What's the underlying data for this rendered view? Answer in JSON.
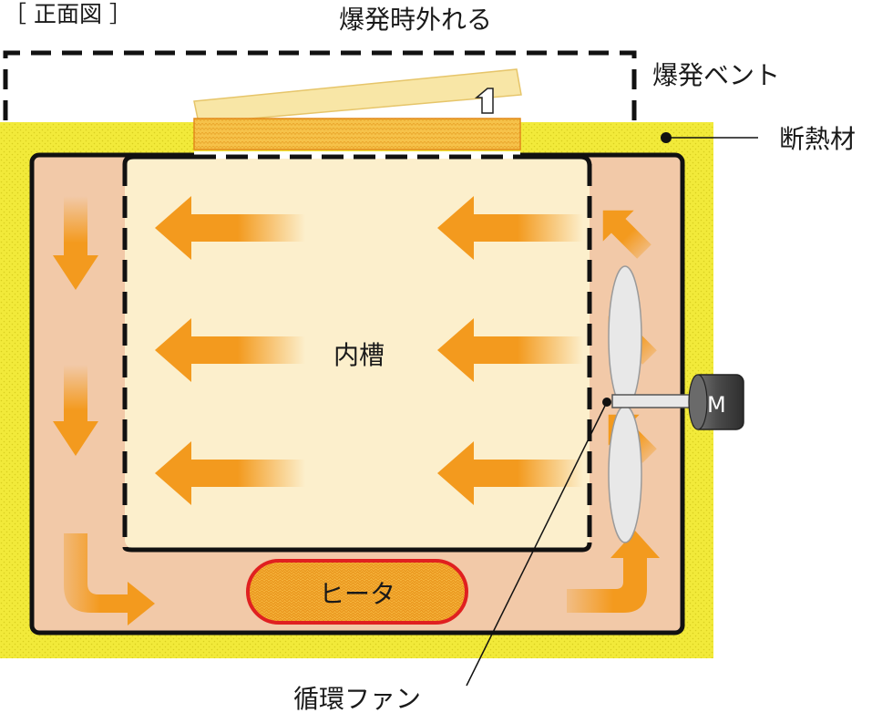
{
  "title_bracket": "［ 正面図 ］",
  "labels": {
    "explode_release": "爆発時外れる",
    "explode_vent": "爆発ベント",
    "insulation": "断熱材",
    "inner_tank": "内槽",
    "heater": "ヒータ",
    "motor": "M",
    "fan": "循環ファン"
  },
  "colors": {
    "insulation": "#f2ea3a",
    "chamber": "#f2c9a8",
    "inner_tank": "#fcefcc",
    "arrow": "#f39a1e",
    "heater_border": "#e02020",
    "vent_panel": "#f6cf58",
    "vent_lid": "#f8e6a6",
    "motor": "#555555"
  }
}
